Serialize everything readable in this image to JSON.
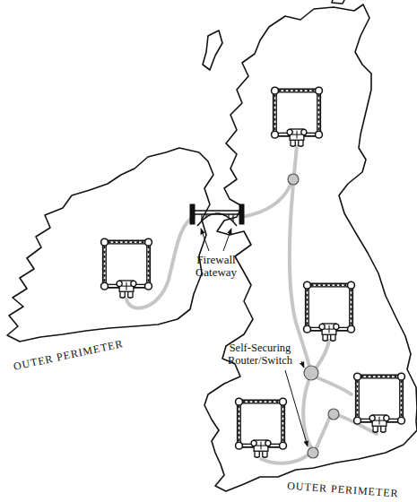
{
  "diagram": {
    "labels": [
      "Firewall Gateway",
      "Self-Securing Router/Switch",
      "OUTER PERIMETER",
      "OUTER PERIMETER"
    ]
  }
}
